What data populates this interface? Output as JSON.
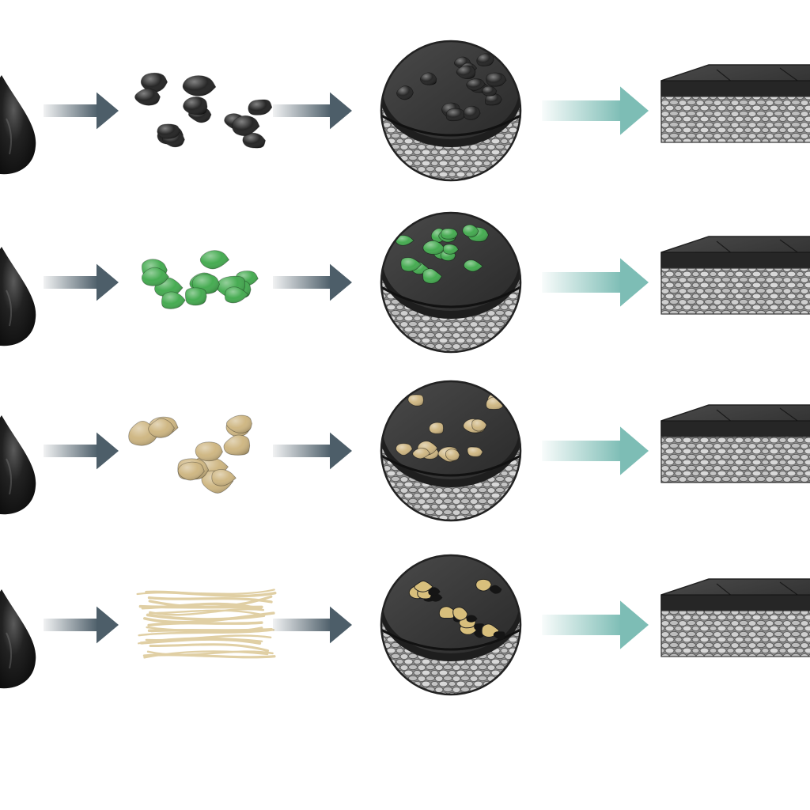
{
  "colors": {
    "background": "#ffffff",
    "binder_drop": "#1a1a1a",
    "small_arrow": "#4d5e69",
    "large_arrow": "#7dbdb5",
    "asphalt_top": "#3a3a3a",
    "aggregate": "#bdbdbd"
  },
  "stages": [
    "binder-drop-icon",
    "modifier-pellets-icon",
    "mixture-core-icon",
    "pavement-slab-icon"
  ],
  "rows": [
    {
      "modifier": "black-rubber-pellets",
      "modifier_color": "#1c1c1c",
      "modifier_form": "pellets"
    },
    {
      "modifier": "green-polymer-pellets",
      "modifier_color": "#3ea84a",
      "modifier_form": "pellets"
    },
    {
      "modifier": "tan-granules",
      "modifier_color": "#cdb47e",
      "modifier_form": "pellets"
    },
    {
      "modifier": "cream-fibers",
      "modifier_color": "#e0cfa4",
      "modifier_form": "fibers"
    }
  ]
}
